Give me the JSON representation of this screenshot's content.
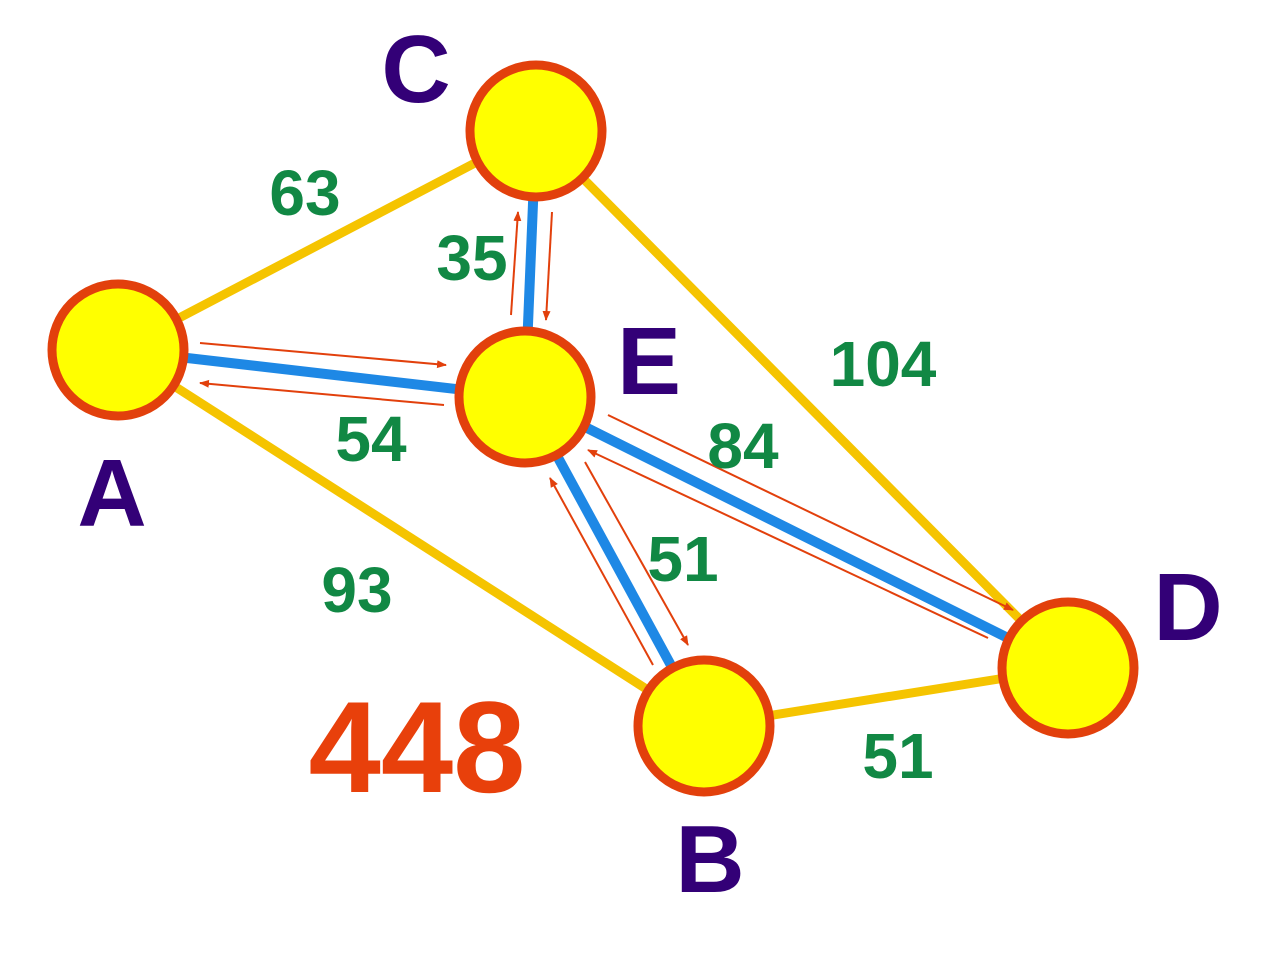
{
  "colors": {
    "node_fill": "#FFFF00",
    "node_stroke": "#E2400C",
    "node_label": "#330077",
    "edge_plain": "#F5C400",
    "edge_tour": "#1E88E5",
    "arrow": "#E2400C",
    "weight": "#118844",
    "total": "#E8400B"
  },
  "nodes": {
    "A": {
      "label": "A"
    },
    "B": {
      "label": "B"
    },
    "C": {
      "label": "C"
    },
    "D": {
      "label": "D"
    },
    "E": {
      "label": "E"
    }
  },
  "edges": [
    {
      "id": "A-C",
      "from": "A",
      "to": "C",
      "weight": "63",
      "tour": false
    },
    {
      "id": "A-B",
      "from": "A",
      "to": "B",
      "weight": "93",
      "tour": false
    },
    {
      "id": "C-D",
      "from": "C",
      "to": "D",
      "weight": "104",
      "tour": false
    },
    {
      "id": "B-D",
      "from": "B",
      "to": "D",
      "weight": "51",
      "tour": false
    },
    {
      "id": "C-E",
      "from": "C",
      "to": "E",
      "weight": "35",
      "tour": true
    },
    {
      "id": "A-E",
      "from": "A",
      "to": "E",
      "weight": "54",
      "tour": true
    },
    {
      "id": "E-D",
      "from": "E",
      "to": "D",
      "weight": "84",
      "tour": true
    },
    {
      "id": "E-B",
      "from": "E",
      "to": "B",
      "weight": "51",
      "tour": true
    }
  ],
  "total": "448"
}
